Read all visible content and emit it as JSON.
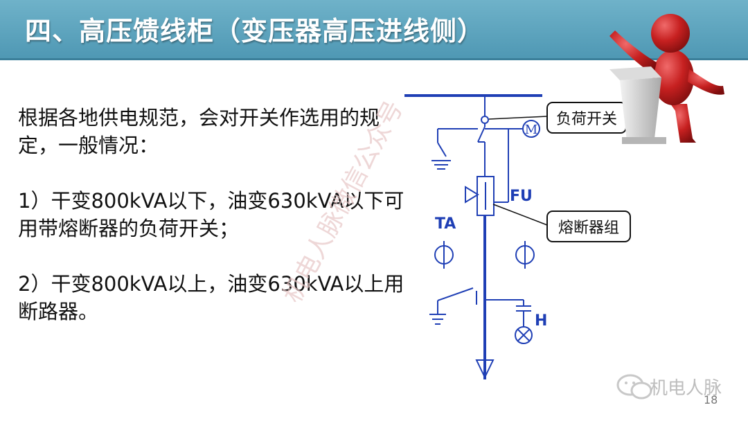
{
  "slide": {
    "title": "四、高压馈线柜（变压器高压进线侧）",
    "paragraphs": [
      "根据各地供电规范，会对开关作选用的规定，一般情况：",
      "1）干变800kVA以下，油变630kVA以下可用带熔断器的负荷开关；",
      "2）干变800kVA以上，油变630kVA以上用断路器。"
    ],
    "page_number": "18"
  },
  "diagram": {
    "callouts": {
      "load_switch": "负荷开关",
      "fuse_group": "熔断器组"
    },
    "labels": {
      "motor": "M",
      "fuse": "FU",
      "current_transformer": "TA",
      "indicator": "H"
    }
  },
  "watermark": {
    "text": "机电人脉",
    "diagonal_text": "机电人脉微信公众号"
  },
  "colors": {
    "title_bar": "#5aa3bf",
    "diagram_line": "#1f3fb5",
    "presenter": "#c62020"
  }
}
